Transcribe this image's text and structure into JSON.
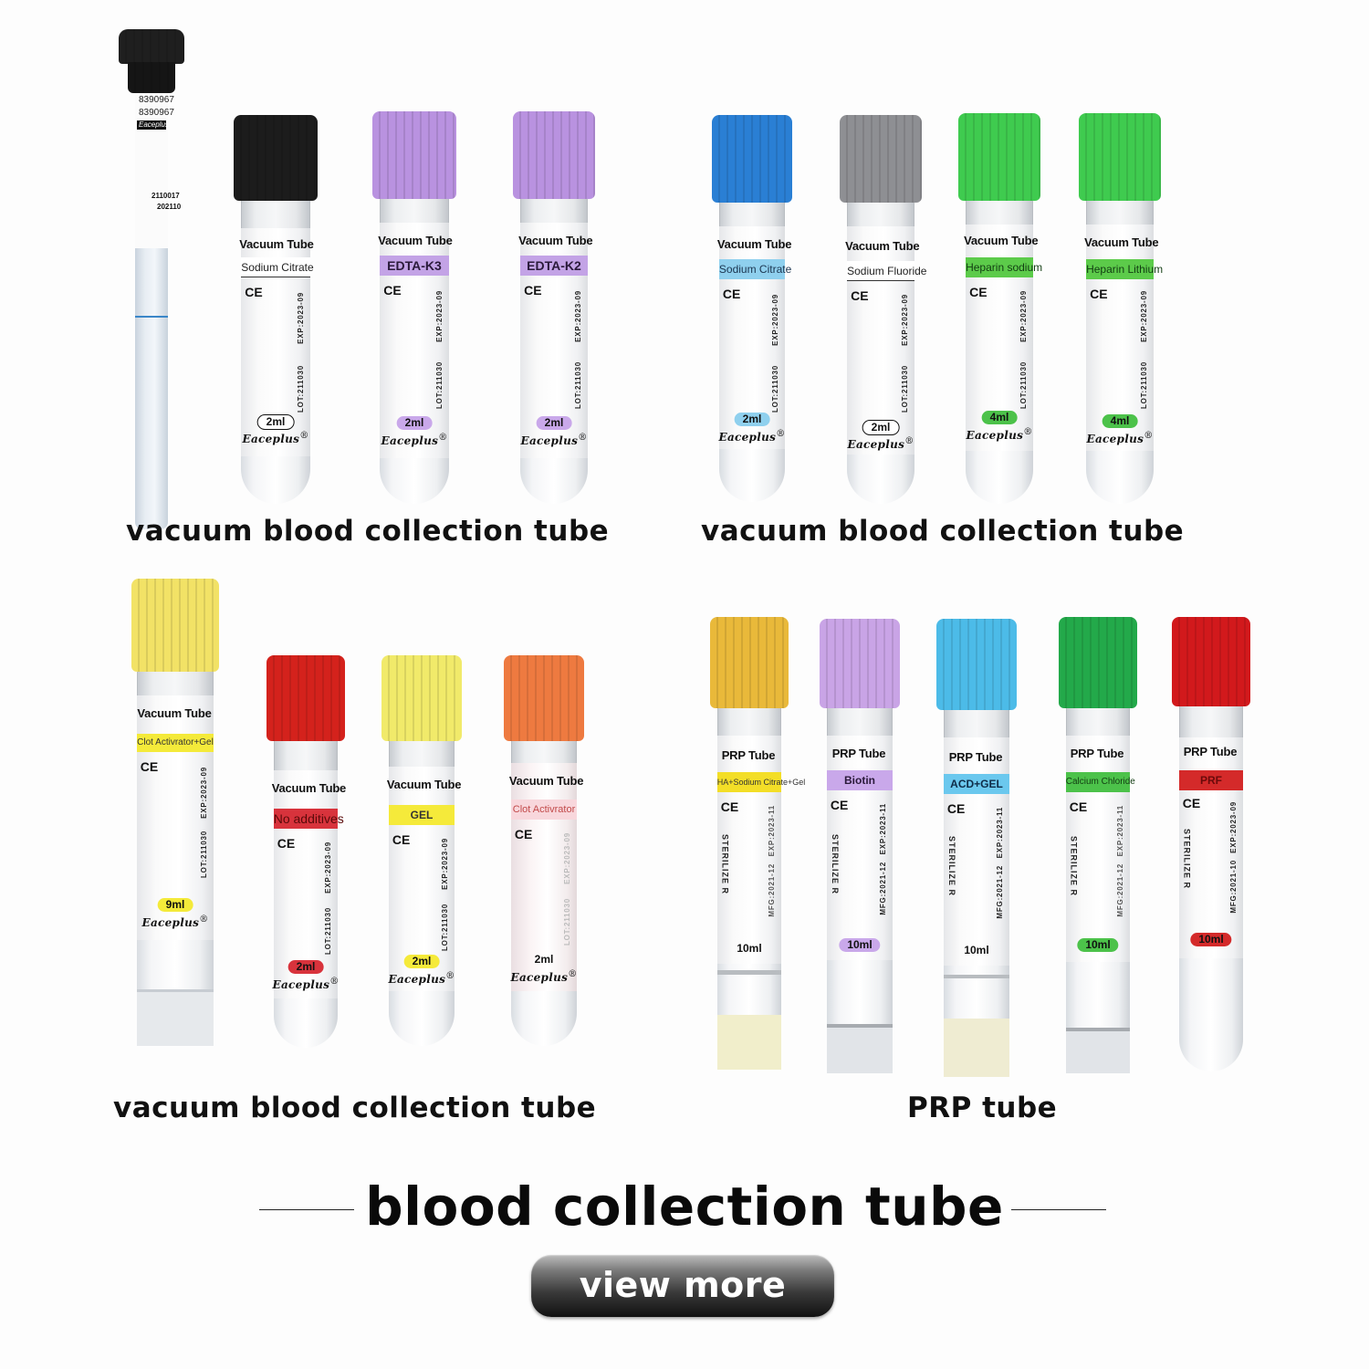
{
  "colors": {
    "background": "#fdfdfd",
    "text": "#111111",
    "button_gradient_top": "#bdbdbd",
    "button_gradient_bottom": "#111111"
  },
  "groups": [
    {
      "caption": "vacuum blood collection tube",
      "tubes": [
        {
          "type": "long",
          "cap_color": "#222222",
          "label_lines": [
            "8390967",
            "8390967"
          ],
          "brand_bar": "Eaceplus",
          "lot_line": "2110017",
          "date_line": "202110",
          "fill_line_color": "#3a86c8"
        },
        {
          "title": "Vacuum Tube",
          "additive": "Sodium Citrate",
          "cap_color": "#1c1c1c",
          "band_color": "#ffffff",
          "band_text_color": "#222",
          "volume": "2ml",
          "vol_bg": "#ffffff",
          "vol_outline": true,
          "lot": "LOT:211030",
          "exp": "EXP:2023-09",
          "brand": "Eaceplus",
          "ce": "CE"
        },
        {
          "title": "Vacuum Tube",
          "additive": "EDTA-K3",
          "cap_color": "#b992e0",
          "band_color": "#c3a3e6",
          "band_text_color": "#2a1a3a",
          "volume": "2ml",
          "vol_bg": "#c9a8ea",
          "lot": "LOT:211030",
          "exp": "EXP:2023-09",
          "brand": "Eaceplus",
          "ce": "CE"
        },
        {
          "title": "Vacuum Tube",
          "additive": "EDTA-K2",
          "cap_color": "#b992e0",
          "band_color": "#c3a3e6",
          "band_text_color": "#2a1a3a",
          "volume": "2ml",
          "vol_bg": "#c9a8ea",
          "lot": "LOT:211030",
          "exp": "EXP:2023-09",
          "brand": "Eaceplus",
          "ce": "CE"
        }
      ]
    },
    {
      "caption": "vacuum blood collection tube",
      "tubes": [
        {
          "title": "Vacuum Tube",
          "additive": "Sodium Citrate",
          "cap_color": "#2a7fd4",
          "band_color": "#8fd0ee",
          "band_text_color": "#1b3550",
          "volume": "2ml",
          "vol_bg": "#8fd0ee",
          "lot": "LOT:211030",
          "exp": "EXP:2023-09",
          "brand": "Eaceplus",
          "ce": "CE"
        },
        {
          "title": "Vacuum Tube",
          "additive": "Sodium Fluoride",
          "cap_color": "#8e8f93",
          "band_color": "#ffffff",
          "band_text_color": "#222",
          "volume": "2ml",
          "vol_bg": "#ffffff",
          "vol_outline": true,
          "lot": "LOT:211030",
          "exp": "EXP:2023-09",
          "brand": "Eaceplus",
          "ce": "CE"
        },
        {
          "title": "Vacuum Tube",
          "additive": "Heparin sodium",
          "cap_color": "#3fcb4f",
          "band_color": "#5ccb4a",
          "band_text_color": "#123d12",
          "volume": "4ml",
          "vol_bg": "#4cc24a",
          "lot": "LOT:211030",
          "exp": "EXP:2023-09",
          "brand": "Eaceplus",
          "ce": "CE"
        },
        {
          "title": "Vacuum Tube",
          "additive": "Heparin Lithium",
          "cap_color": "#3fcb4f",
          "band_color": "#5ccb4a",
          "band_text_color": "#123d12",
          "volume": "4ml",
          "vol_bg": "#4cc24a",
          "lot": "LOT:211030",
          "exp": "EXP:2023-09",
          "brand": "Eaceplus",
          "ce": "CE"
        }
      ]
    },
    {
      "caption": "vacuum blood collection tube",
      "tubes": [
        {
          "title": "Vacuum Tube",
          "additive": "Clot Activrator+Gel",
          "cap_color": "#f2e266",
          "band_color": "#f4ea3a",
          "band_text_color": "#333",
          "volume": "9ml",
          "vol_bg": "#f4ea3a",
          "lot": "LOT:211030",
          "exp": "EXP:2023-09",
          "brand": "Eaceplus",
          "ce": "CE"
        },
        {
          "title": "Vacuum Tube",
          "additive": "No additives",
          "cap_color": "#d4221c",
          "band_color": "#d8333c",
          "band_text_color": "#5a0a0a",
          "volume": "2ml",
          "vol_bg": "#d8333c",
          "lot": "LOT:211030",
          "exp": "EXP:2023-09",
          "brand": "Eaceplus",
          "ce": "CE"
        },
        {
          "title": "Vacuum Tube",
          "additive": "GEL",
          "cap_color": "#f1ea6a",
          "band_color": "#f5ea3a",
          "band_text_color": "#333",
          "volume": "2ml",
          "vol_bg": "#f5ea3a",
          "lot": "LOT:211030",
          "exp": "EXP:2023-09",
          "brand": "Eaceplus",
          "ce": "CE"
        },
        {
          "title": "Vacuum Tube",
          "additive": "Clot Activrator",
          "cap_color": "#ee7a40",
          "band_color": "#f8d7dc",
          "band_text_color": "#c24a4a",
          "volume": "2ml",
          "vol_bg": "transparent",
          "lot": "LOT:211030",
          "exp": "EXP:2023-09",
          "brand": "Eaceplus",
          "ce": "CE"
        }
      ]
    },
    {
      "caption": "PRP tube",
      "tubes": [
        {
          "title": "PRP Tube",
          "additive": "HA+Sodium Citrate+Gel",
          "cap_color": "#e9b93a",
          "band_color": "#f3de27",
          "band_text_color": "#333",
          "volume": "10ml",
          "vol_bg": "transparent",
          "sterilize": "STERILIZE R",
          "mfg": "MFG:2021-12",
          "exp": "EXP:2023-11",
          "ce": "CE",
          "liquid": "#f1eecb"
        },
        {
          "title": "PRP Tube",
          "additive": "Biotin",
          "cap_color": "#c9a4e6",
          "band_color": "#c9a8ea",
          "band_text_color": "#2a1a3a",
          "volume": "10ml",
          "vol_bg": "#c9a8ea",
          "sterilize": "STERILIZE R",
          "mfg": "MFG:2021-12",
          "exp": "EXP:2023-11",
          "ce": "CE",
          "liquid": "#e4e7eb"
        },
        {
          "title": "PRP Tube",
          "additive": "ACD+GEL",
          "cap_color": "#4cbbe8",
          "band_color": "#6bc8ee",
          "band_text_color": "#0f2c48",
          "volume": "10ml",
          "vol_bg": "transparent",
          "sterilize": "STERILIZE R",
          "mfg": "MFG:2021-12",
          "exp": "EXP:2023-11",
          "ce": "CE",
          "liquid": "#efecd2"
        },
        {
          "title": "PRP Tube",
          "additive": "Calcium Chloride",
          "cap_color": "#23a94a",
          "band_color": "#4cc24a",
          "band_text_color": "#123d12",
          "volume": "10ml",
          "vol_bg": "#4cc24a",
          "sterilize": "STERILIZE R",
          "mfg": "MFG:2021-12",
          "exp": "EXP:2023-11",
          "ce": "CE",
          "liquid": "#e4e7eb"
        },
        {
          "title": "PRP Tube",
          "additive": "PRF",
          "cap_color": "#d2191c",
          "band_color": "#d42a2a",
          "band_text_color": "#6a0a0a",
          "volume": "10ml",
          "vol_bg": "#d42a2a",
          "sterilize": "STERILIZE R",
          "mfg": "MFG:2021-10",
          "exp": "EXP:2023-09",
          "ce": "CE",
          "liquid": "#eceef0"
        }
      ]
    }
  ],
  "footer": {
    "title": "blood collection tube",
    "button_label": "view more"
  }
}
